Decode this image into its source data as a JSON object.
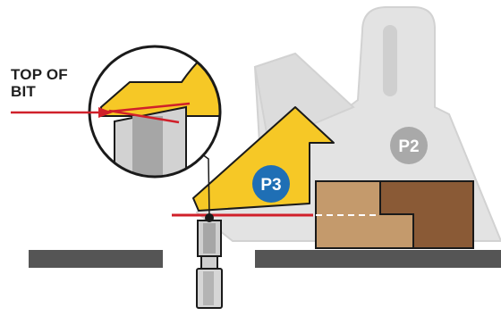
{
  "callout": {
    "label_line1": "TOP OF",
    "label_line2": "BIT"
  },
  "positions": {
    "p2": "P2",
    "p3": "P3"
  },
  "colors": {
    "jig_ghost": "#e1e1e1",
    "jig_ghost_outline": "#cfcfcf",
    "jig_active": "#f6c826",
    "jig_active_outline": "#1a1a1a",
    "badge_p3": "#1f6fb5",
    "badge_p2": "#a9a9a9",
    "reference_line": "#d0202a",
    "workpiece_light": "#c49a6c",
    "workpiece_dark": "#8a5a36",
    "table": "#555555",
    "bit": "#cfcfcf"
  }
}
